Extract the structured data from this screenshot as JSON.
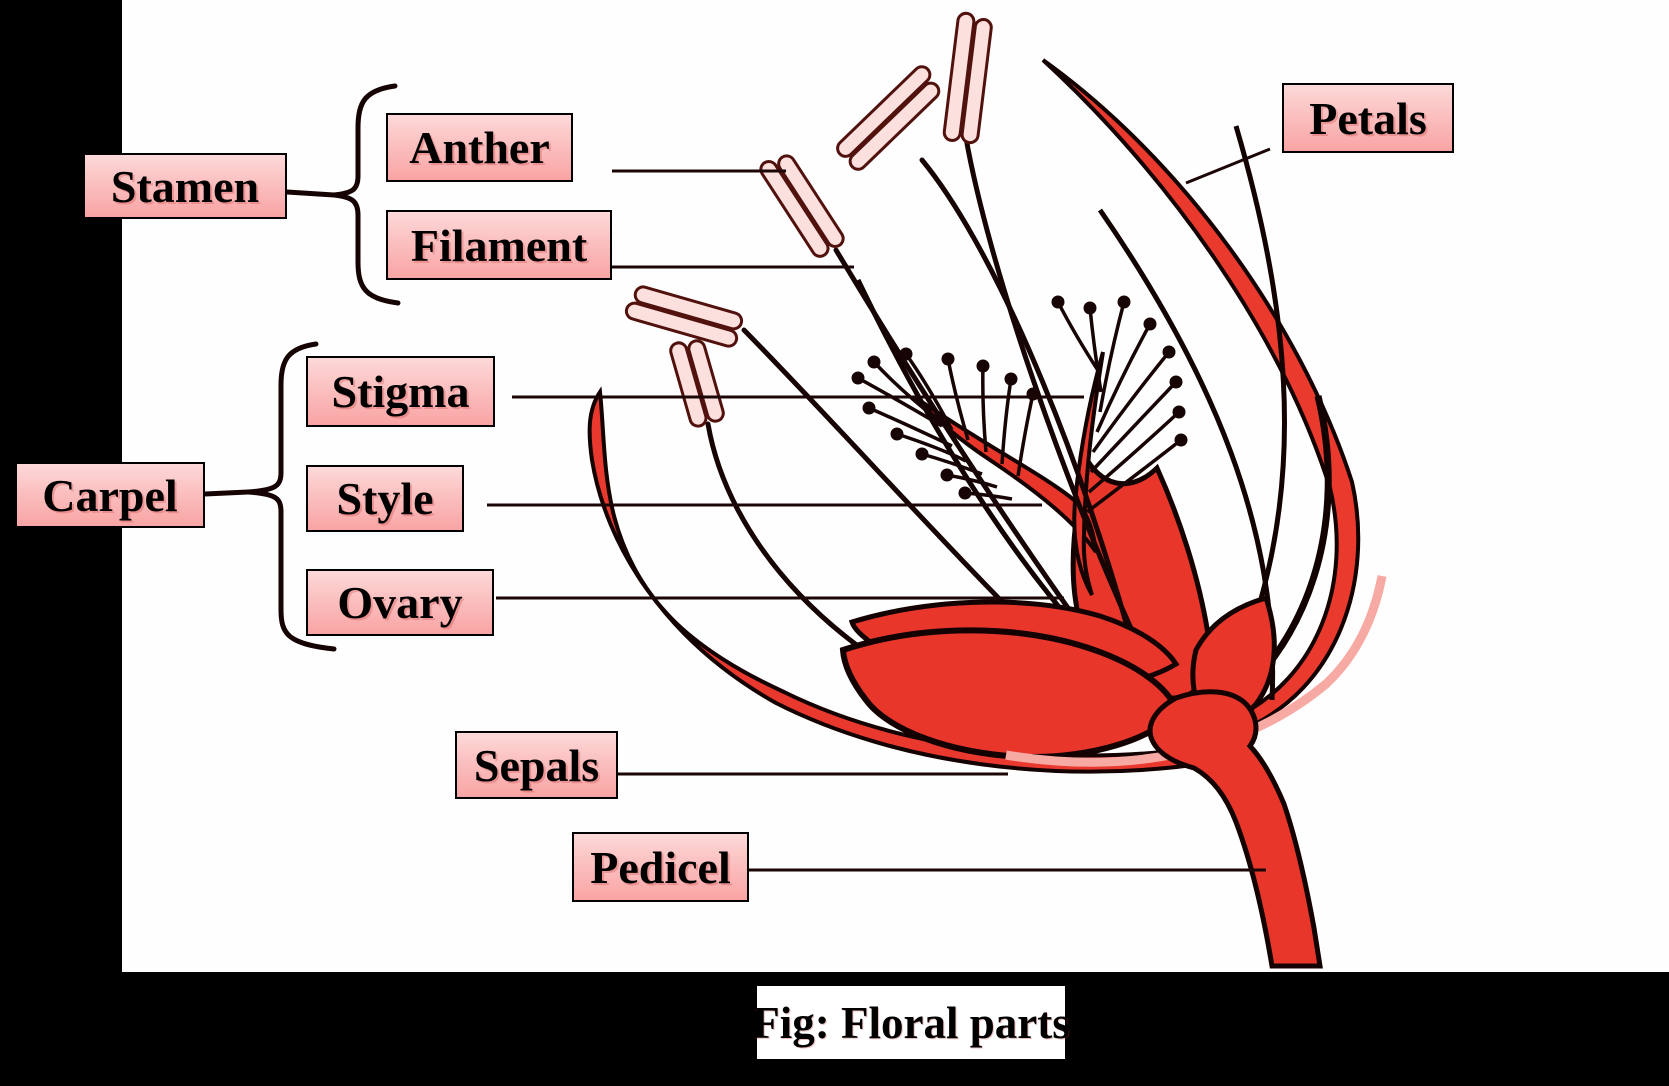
{
  "diagram": {
    "caption": "Fig: Floral parts",
    "labels": {
      "stamen": "Stamen",
      "anther": "Anther",
      "filament": "Filament",
      "carpel": "Carpel",
      "stigma": "Stigma",
      "style": "Style",
      "ovary": "Ovary",
      "petals": "Petals",
      "sepals": "Sepals",
      "pedicel": "Pedicel"
    },
    "groups": [
      {
        "name": "Stamen",
        "parts": [
          "Anther",
          "Filament"
        ]
      },
      {
        "name": "Carpel",
        "parts": [
          "Stigma",
          "Style",
          "Ovary"
        ]
      }
    ],
    "single_labels": [
      "Petals",
      "Sepals",
      "Pedicel"
    ]
  },
  "colors": {
    "flower_red": "#e8362b",
    "anther_pink": "#fbe0de",
    "inner_band_pink": "#f7aaa3",
    "label_gradient_top": "#fdd9d9",
    "label_gradient_bottom": "#f9a4a4",
    "label_border": "#000000",
    "outline_black": "#140202",
    "page_black": "#000000",
    "canvas_white": "#fffefe"
  }
}
